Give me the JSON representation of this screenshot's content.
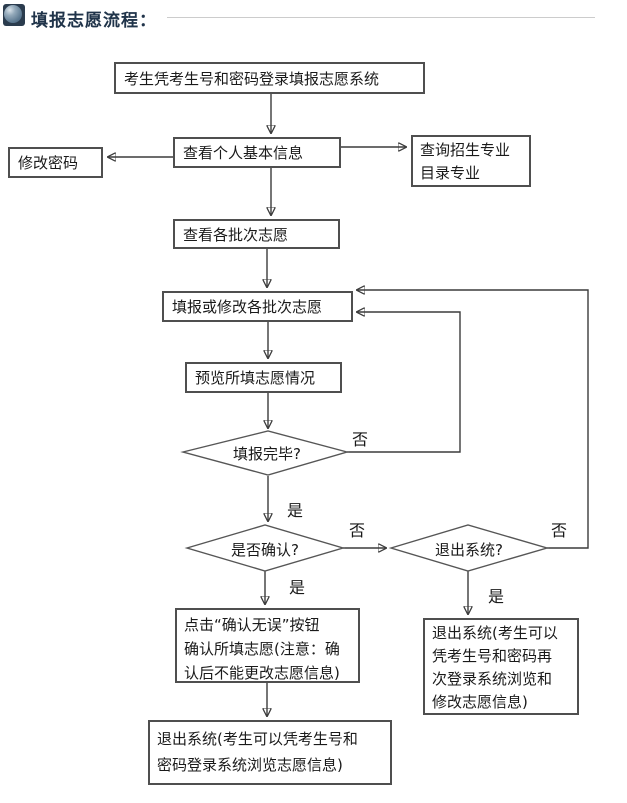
{
  "header": {
    "title": "填报志愿流程："
  },
  "colors": {
    "title_text": "#20344a",
    "icon_square": "#2b3c4e",
    "icon_ball": "#6d89a0",
    "divider": "#cccccc",
    "line": "#3c3c3c",
    "box_border": "#4f4f4f",
    "box_fill": "#ffffff",
    "text": "#1a1a1a"
  },
  "flowchart": {
    "nodes": {
      "login": {
        "label": "考生凭考生号和密码登录填报志愿系统"
      },
      "change_password": {
        "label": "修改密码"
      },
      "view_personal_info": {
        "label": "查看个人基本信息"
      },
      "query_major_catalog": {
        "lines": [
          "查询招生专业",
          "目录专业"
        ]
      },
      "view_batch_choices": {
        "label": "查看各批次志愿"
      },
      "fill_or_modify": {
        "label": "填报或修改各批次志愿"
      },
      "preview": {
        "label": "预览所填志愿情况"
      },
      "finished_question": {
        "label": "填报完毕?"
      },
      "confirm_question": {
        "label": "是否确认?"
      },
      "exit_question": {
        "label": "退出系统?"
      },
      "click_confirm": {
        "lines": [
          "点击“确认无误”按钮",
          "确认所填志愿(注意：确",
          "认后不能更改志愿信息)"
        ]
      },
      "exit_final": {
        "lines": [
          "退出系统(考生可以凭考生号和",
          "密码登录系统浏览志愿信息)"
        ]
      },
      "exit_browse": {
        "lines": [
          "退出系统(考生可以",
          "凭考生号和密码再",
          "次登录系统浏览和",
          "修改志愿信息)"
        ]
      }
    },
    "edge_labels": {
      "finished_no": "否",
      "finished_yes": "是",
      "confirm_no": "否",
      "confirm_yes": "是",
      "exit_no": "否",
      "exit_yes": "是"
    }
  }
}
